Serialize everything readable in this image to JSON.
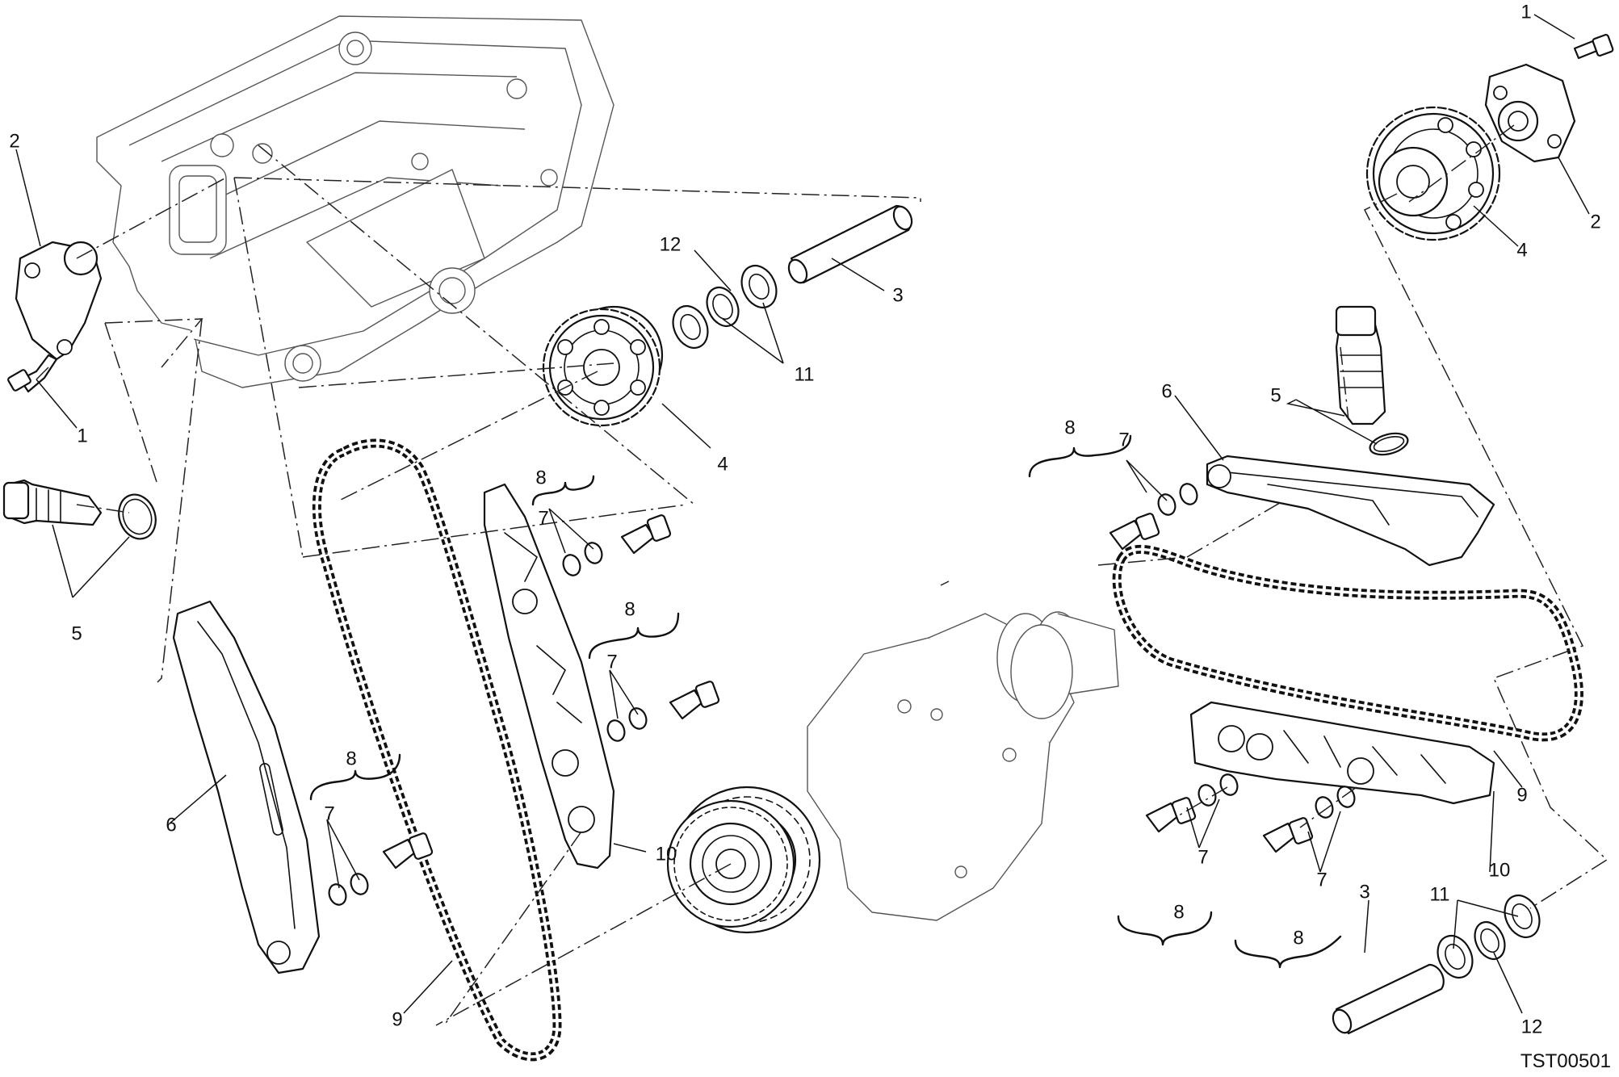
{
  "figure_code": "TST00501",
  "callouts": [
    {
      "id": "c1a",
      "text": "1"
    },
    {
      "id": "c2a",
      "text": "2"
    },
    {
      "id": "c1b",
      "text": "1"
    },
    {
      "id": "c2b",
      "text": "2"
    },
    {
      "id": "c3a",
      "text": "3"
    },
    {
      "id": "c3b",
      "text": "3"
    },
    {
      "id": "c4a",
      "text": "4"
    },
    {
      "id": "c4b",
      "text": "4"
    },
    {
      "id": "c5a",
      "text": "5"
    },
    {
      "id": "c5b",
      "text": "5"
    },
    {
      "id": "c6a",
      "text": "6"
    },
    {
      "id": "c6b",
      "text": "6"
    },
    {
      "id": "c7a",
      "text": "7"
    },
    {
      "id": "c7b",
      "text": "7"
    },
    {
      "id": "c7c",
      "text": "7"
    },
    {
      "id": "c7d",
      "text": "7"
    },
    {
      "id": "c7e",
      "text": "7"
    },
    {
      "id": "c7f",
      "text": "7"
    },
    {
      "id": "c8a",
      "text": "8"
    },
    {
      "id": "c8b",
      "text": "8"
    },
    {
      "id": "c8c",
      "text": "8"
    },
    {
      "id": "c8d",
      "text": "8"
    },
    {
      "id": "c8e",
      "text": "8"
    },
    {
      "id": "c8f",
      "text": "8"
    },
    {
      "id": "c9a",
      "text": "9"
    },
    {
      "id": "c9b",
      "text": "9"
    },
    {
      "id": "c10a",
      "text": "10"
    },
    {
      "id": "c10b",
      "text": "10"
    },
    {
      "id": "c11a",
      "text": "11"
    },
    {
      "id": "c11b",
      "text": "11"
    },
    {
      "id": "c12a",
      "text": "12"
    },
    {
      "id": "c12b",
      "text": "12"
    }
  ]
}
